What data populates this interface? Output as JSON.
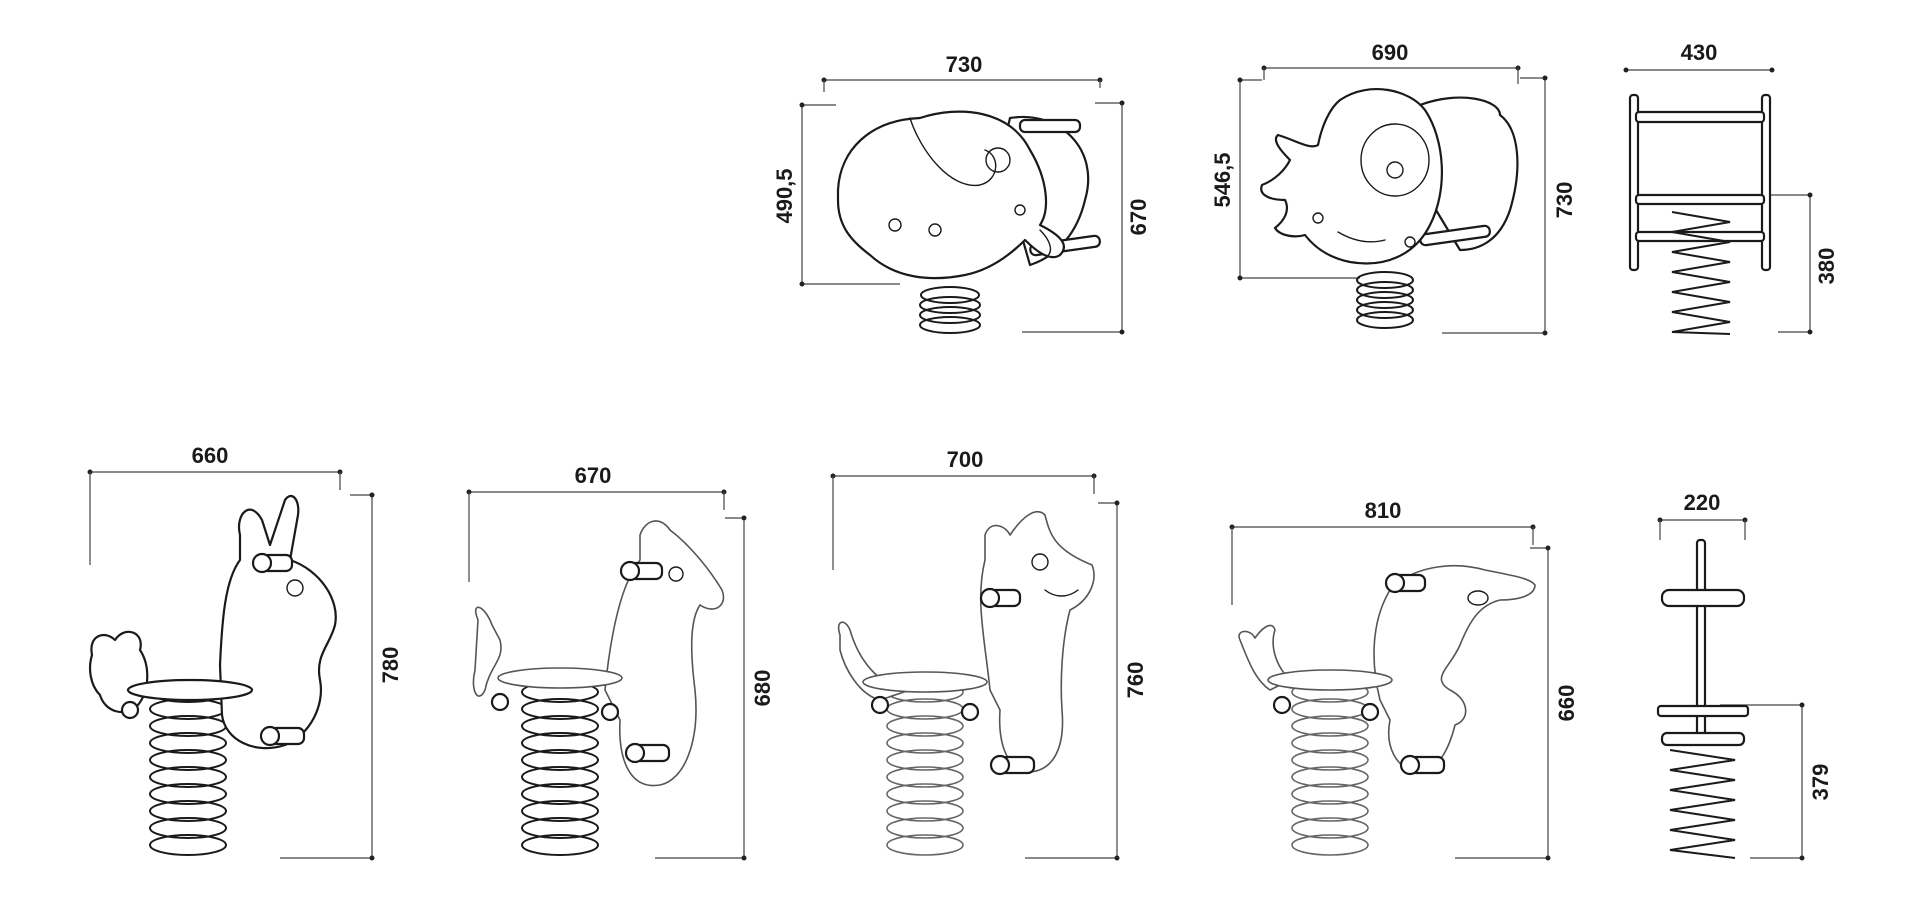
{
  "drawings": [
    {
      "name": "elephant",
      "width_label": "730",
      "height_left_label": "490,5",
      "height_right_label": "670"
    },
    {
      "name": "fish",
      "width_label": "690",
      "height_left_label": "546,5",
      "height_right_label": "730"
    },
    {
      "name": "front-view-top",
      "width_label": "430",
      "height_right_label": "380"
    },
    {
      "name": "rabbit",
      "width_label": "660",
      "height_right_label": "780"
    },
    {
      "name": "horse",
      "width_label": "670",
      "height_right_label": "680"
    },
    {
      "name": "cat",
      "width_label": "700",
      "height_right_label": "760"
    },
    {
      "name": "dolphin",
      "width_label": "810",
      "height_right_label": "660"
    },
    {
      "name": "front-view-bottom",
      "width_label": "220",
      "height_right_label": "379"
    }
  ]
}
